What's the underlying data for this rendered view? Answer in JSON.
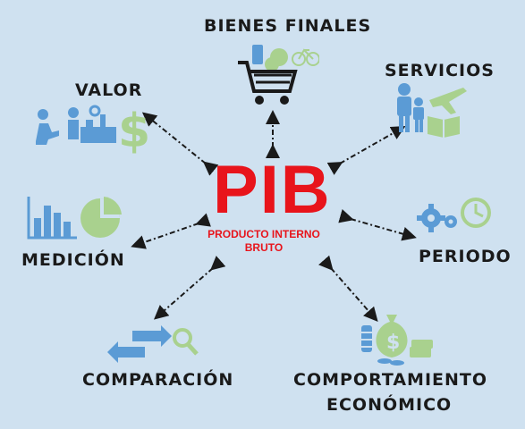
{
  "center": {
    "title": "PIB",
    "subtitle_line1": "PRODUCTO INTERNO",
    "subtitle_line2": "BRUTO"
  },
  "nodes": {
    "bienes_finales": "BIENES FINALES",
    "servicios": "SERVICIOS",
    "valor": "VALOR",
    "medicion": "MEDICIÓN",
    "periodo": "PERIODO",
    "comparacion": "COMPARACIÓN",
    "comportamiento_line1": "COMPORTAMIENTO",
    "comportamiento_line2": "ECONÓMICO"
  },
  "colors": {
    "background": "#cfe1f0",
    "accent_red": "#e8141b",
    "icon_blue": "#5b9bd5",
    "icon_green": "#a9d18e",
    "text": "#1a1a1a"
  },
  "icons": [
    "shopping-cart-icon",
    "people-travel-icon",
    "workers-money-icon",
    "chart-pie-icon",
    "gears-clock-icon",
    "compare-arrows-icon",
    "money-bag-icon"
  ]
}
